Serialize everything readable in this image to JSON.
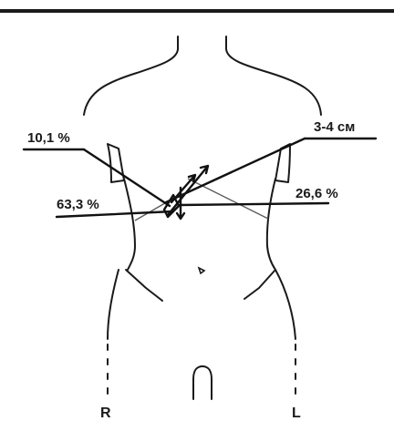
{
  "labels": {
    "top_left_percent": "10,1 %",
    "mid_left_percent": "63,3 %",
    "mid_right_percent": "26,6 %",
    "distance": "3-4 см",
    "right_side": "R",
    "left_side": "L"
  },
  "colors": {
    "ink": "#1a1a1a",
    "background": "#ffffff"
  }
}
